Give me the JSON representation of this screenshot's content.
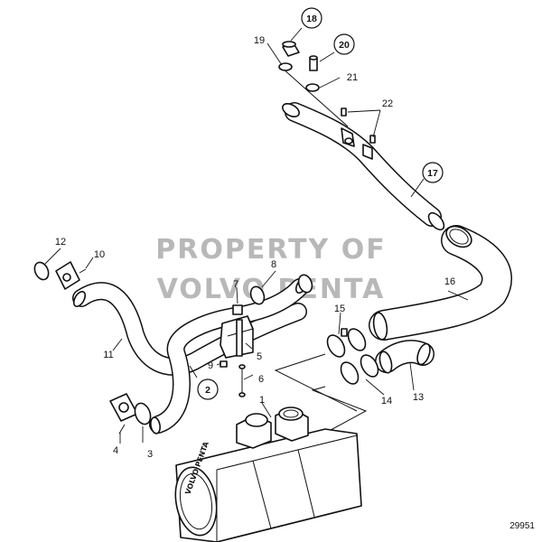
{
  "diagram": {
    "watermark_line1": "PROPERTY OF",
    "watermark_line2": "VOLVO PENTA",
    "reference_number": "29951",
    "brand_mark": "VOLVO PENTA",
    "callouts": {
      "c1": "1",
      "c2": "2",
      "c3": "3",
      "c4": "4",
      "c5": "5",
      "c6": "6",
      "c7": "7",
      "c8": "8",
      "c9": "9",
      "c10": "10",
      "c11": "11",
      "c12": "12",
      "c13": "13",
      "c14": "14",
      "c15": "15",
      "c16": "16",
      "c17": "17",
      "c18": "18",
      "c19": "19",
      "c20": "20",
      "c21": "21",
      "c22": "22"
    }
  }
}
